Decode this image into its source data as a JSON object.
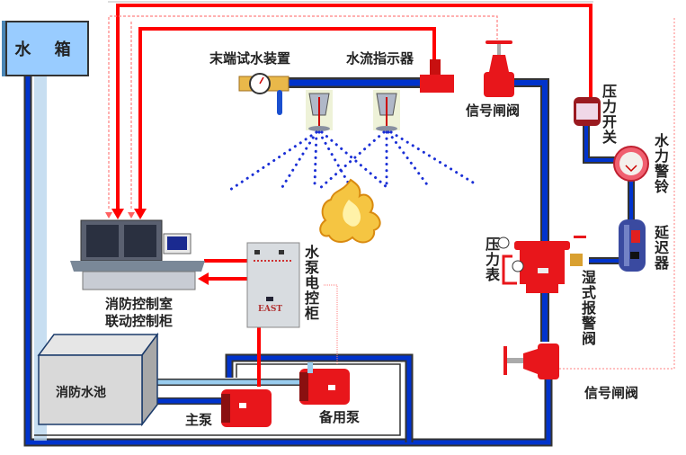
{
  "title": "Wet-pipe sprinkler fire protection system schematic",
  "labels": {
    "water_tank": "水 箱",
    "end_test_device": "末端试水装置",
    "water_flow_indicator": "水流指示器",
    "signal_gate_valve_top": "信号闸阀",
    "pressure_switch": "压力开关",
    "water_alarm_bell": "水力警铃",
    "retard_chamber": "延迟器",
    "pressure_gauge": "压力表",
    "wet_alarm_valve": "湿式报警阀",
    "signal_gate_valve_bottom": "信号闸阀",
    "fire_control_room_line1": "消防控制室",
    "fire_control_room_line2": "联动控制柜",
    "pump_control_cabinet": "水泵电控柜",
    "cabinet_brand": "EAST",
    "fire_pool": "消防水池",
    "main_pump": "主泵",
    "standby_pump": "备用泵"
  },
  "colors": {
    "water_pipe": "#0033cc",
    "signal_line": "#ff0000",
    "dashed_signal": "#ff8080",
    "tank_fill": "#99ccff",
    "pool_fill": "#d9d9d9",
    "equipment_red": "#e8161b",
    "spray_dots": "#1a2fd6",
    "flame": "#f5c542"
  }
}
